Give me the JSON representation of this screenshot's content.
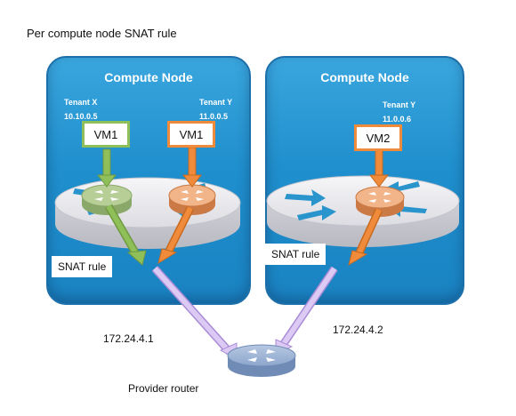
{
  "title": "Per compute node SNAT rule",
  "nodes": [
    {
      "title": "Compute Node",
      "tenants": [
        {
          "name": "Tenant X",
          "ip": "10.10.0.5",
          "vm": "VM1",
          "color": "#8fbf59"
        },
        {
          "name": "Tenant Y",
          "ip": "11.0.0.5",
          "vm": "VM1",
          "color": "#ef8b3a"
        }
      ],
      "snat_label": "SNAT rule"
    },
    {
      "title": "Compute Node",
      "tenants": [
        {
          "name": "Tenant Y",
          "ip": "11.0.0.6",
          "vm": "VM2",
          "color": "#ef8b3a"
        }
      ],
      "snat_label": "SNAT rule"
    }
  ],
  "ip_left": "172.24.4.1",
  "ip_right": "172.24.4.2",
  "provider_label": "Provider router",
  "colors": {
    "node_fill": "#2196d3",
    "tenant_x": "#8fbf59",
    "tenant_y": "#ef8b3a",
    "uplink": "#cdb4f0",
    "router_disk": "#e8e8ec",
    "provider_router": "#8fa8cc"
  }
}
